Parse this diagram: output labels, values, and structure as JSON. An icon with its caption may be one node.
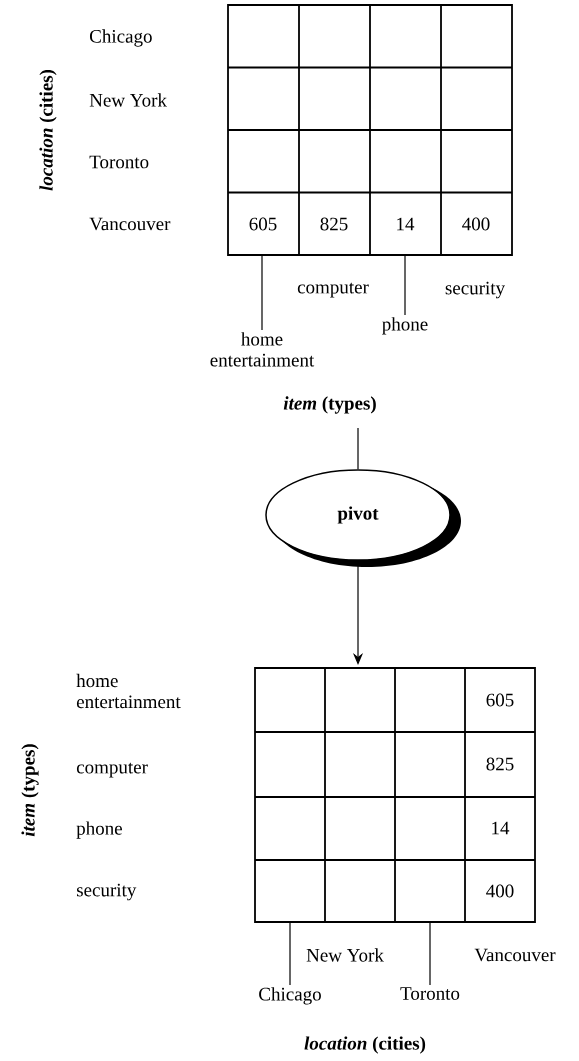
{
  "diagram": {
    "nodes": [
      {
        "text": [
          "home entertainment"
        ]
      },
      {
        "text": [
          "phone"
        ]
      },
      {
        "text": [
          "pivot"
        ]
      },
      {
        "text": [
          "Chicago"
        ]
      },
      {
        "text": [
          "Toronto"
        ]
      }
    ],
    "edges": [
      {
        "from": 0,
        "to": null,
        "arrow": "none"
      },
      {
        "from": 1,
        "to": null,
        "arrow": "none"
      },
      {
        "from": null,
        "to": 2,
        "arrow": "none"
      },
      {
        "from": 2,
        "to": null,
        "arrow": "to"
      },
      {
        "from": 3,
        "to": null,
        "arrow": "none"
      },
      {
        "from": 4,
        "to": null,
        "arrow": "none"
      }
    ],
    "labels": [
      "*location* (cities)",
      "Chicago",
      "New York",
      "Toronto",
      "Vancouver",
      "605",
      "825",
      "14",
      "400",
      "computer",
      "security",
      "*item* (types)",
      "*item* (types)",
      "home entertainment",
      "605",
      "computer",
      "825",
      "phone",
      "14",
      "security",
      "400",
      "New York",
      "Vancouver",
      "*location* (cities)"
    ]
  }
}
